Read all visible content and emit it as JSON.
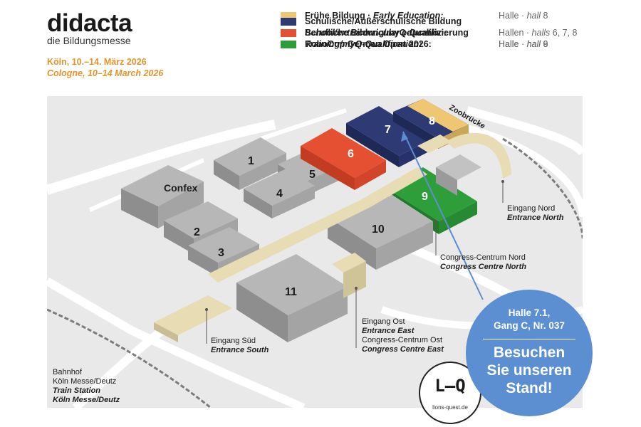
{
  "header": {
    "logo_main": "didacta",
    "logo_sub": "die Bildungsmesse",
    "date_de": "Köln, 10.–14. März 2026",
    "date_en": "Cologne, 10–14 March 2026"
  },
  "legend": [
    {
      "color": "#efc772",
      "de": "Frühe Bildung · ",
      "en": "Early Education:",
      "en2": "",
      "hall_de": "Halle · ",
      "hall_en": "hall",
      "hall_num": " 8"
    },
    {
      "color": "#2e3a74",
      "de": "Schulische/Außerschulische Bildung",
      "en": "",
      "en2": "School/extracurricular education:",
      "hall_de": "Hallen · ",
      "hall_en": "halls",
      "hall_num": " 6, 7, 8"
    },
    {
      "color": "#e54f32",
      "de": "Berufliche Bildung/myQ-Qualifizierung",
      "en": "",
      "en2": "Training/myQ-Qualification:",
      "hall_de": "Halle · ",
      "hall_en": "hall",
      "hall_num": " 6"
    },
    {
      "color": "#2e9e3b",
      "de": "RoboCup German Open 2026:",
      "en": "",
      "en2": "",
      "hall_de": "Halle · ",
      "hall_en": "hall",
      "hall_num": " 9"
    }
  ],
  "halls": [
    "Confex",
    "1",
    "2",
    "3",
    "4",
    "5",
    "6",
    "7",
    "8",
    "9",
    "10",
    "11"
  ],
  "map_labels": {
    "zoobruecke": "Zoobrücke",
    "north_de": "Eingang Nord",
    "north_en": "Entrance North",
    "cc_north_de": "Congress-Centrum Nord",
    "cc_north_en": "Congress Centre North",
    "east_de": "Eingang Ost",
    "east_en": "Entrance East",
    "cc_east_de": "Congress-Centrum Ost",
    "cc_east_en": "Congress Centre East",
    "south_de": "Eingang Süd",
    "south_en": "Entrance South",
    "station_1": "Bahnhof",
    "station_2": "Köln Messe/Deutz",
    "station_3": "Train Station",
    "station_4": "Köln Messe/Deutz"
  },
  "badge": {
    "line1": "Halle 7.1,",
    "line2": "Gang C, Nr. 037",
    "line3": "Besuchen",
    "line4": "Sie unseren",
    "line5": "Stand!"
  },
  "lq_logo": {
    "mark": "L–Q",
    "url": "lions-quest.de"
  },
  "colors": {
    "early": "#efc772",
    "school": "#2e3a74",
    "training": "#e54f32",
    "robocup": "#2e9e3b",
    "entrance": "#e7dcb4",
    "badge": "#5b8fd1",
    "date": "#e5932a"
  }
}
